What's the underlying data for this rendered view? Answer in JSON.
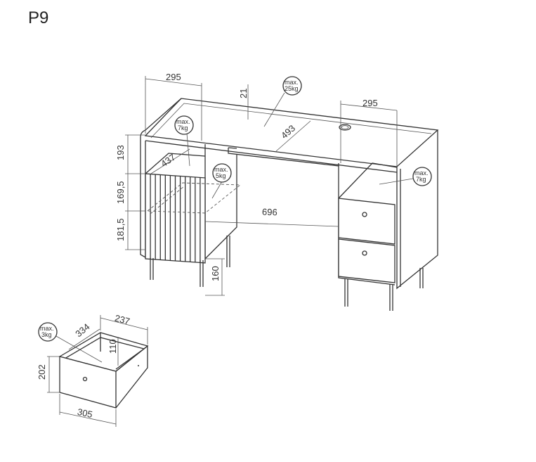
{
  "title": "P9",
  "desk": {
    "dims": {
      "left_width": "295",
      "top_rim": "21",
      "right_width": "295",
      "top_depth": "493",
      "shelf_depth": "437",
      "h_upper": "193",
      "h_middle": "169,5",
      "h_lower": "181,5",
      "knee_width": "696",
      "leg_height": "160"
    },
    "loads": {
      "top": [
        "max.",
        "25kg"
      ],
      "left_shelf": [
        "max.",
        "7kg"
      ],
      "left_inner_shelf": [
        "max.",
        "5kg"
      ],
      "right_shelf": [
        "max.",
        "7kg"
      ]
    }
  },
  "drawer": {
    "dims": {
      "width": "237",
      "depth": "334",
      "inner_height": "110",
      "front_height": "202",
      "front_width": "305"
    },
    "load": [
      "max.",
      "3kg"
    ]
  }
}
